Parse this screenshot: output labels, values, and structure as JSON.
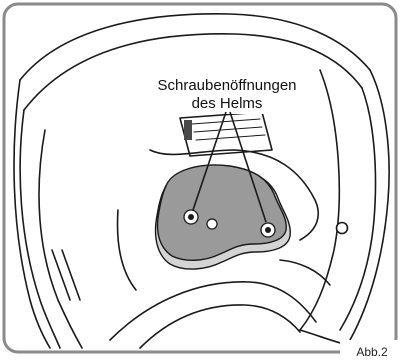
{
  "figure": {
    "callout": {
      "line1": "Schraubenöffnungen",
      "line2": "des Helms"
    },
    "caption": "Abb.2"
  },
  "colors": {
    "frame": "#8a8a8a",
    "outline": "#1a1a1a",
    "pad": "#9a9a9a",
    "pad_shadow": "#d4d4d4"
  }
}
